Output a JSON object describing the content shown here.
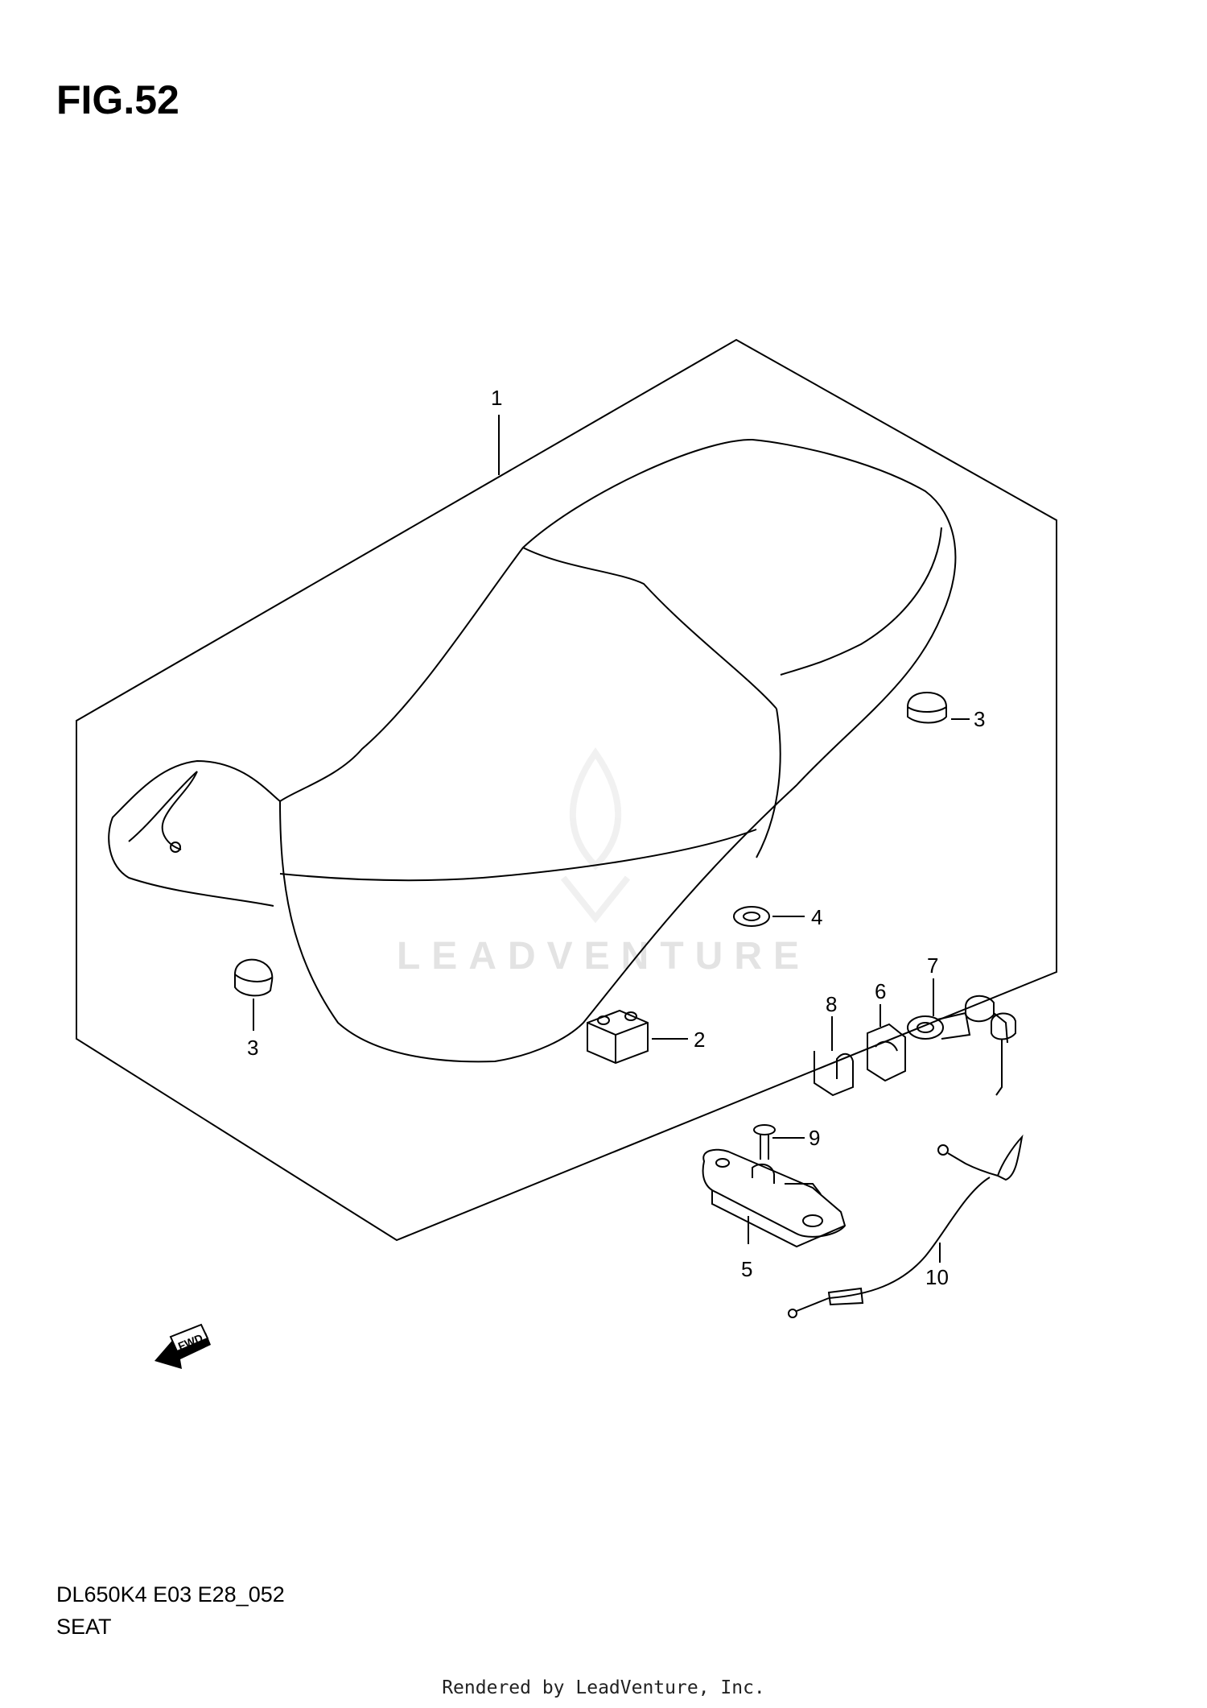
{
  "figure": {
    "title": "FIG.52"
  },
  "callouts": [
    {
      "id": "c1",
      "label": "1"
    },
    {
      "id": "c2",
      "label": "2"
    },
    {
      "id": "c3a",
      "label": "3"
    },
    {
      "id": "c3b",
      "label": "3"
    },
    {
      "id": "c4",
      "label": "4"
    },
    {
      "id": "c5",
      "label": "5"
    },
    {
      "id": "c6",
      "label": "6"
    },
    {
      "id": "c7",
      "label": "7"
    },
    {
      "id": "c8",
      "label": "8"
    },
    {
      "id": "c9",
      "label": "9"
    },
    {
      "id": "c10",
      "label": "10"
    }
  ],
  "fwd_badge": "FWD",
  "watermark": "LEADVENTURE",
  "footer": {
    "code": "DL650K4 E03 E28_052",
    "name": "SEAT"
  },
  "credit": "Rendered by LeadVenture, Inc."
}
